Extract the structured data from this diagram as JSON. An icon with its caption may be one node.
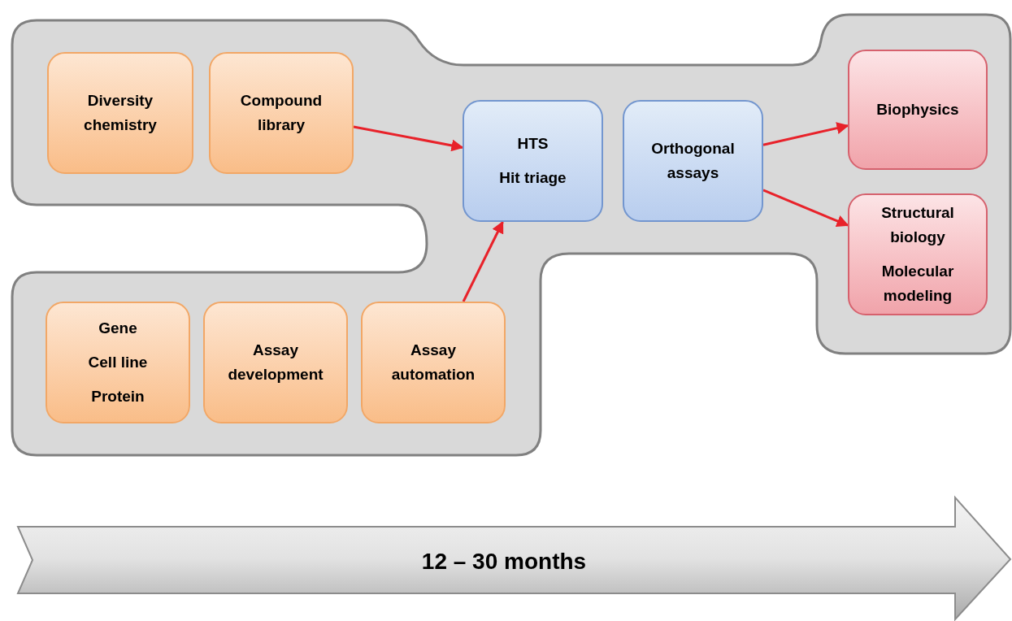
{
  "diagram": {
    "nodes": [
      {
        "text": [
          "Diversity chemistry"
        ]
      },
      {
        "text": [
          "Compound library"
        ]
      },
      {
        "text": [
          "HTS",
          "Hit triage"
        ]
      },
      {
        "text": [
          "Orthogonal assays"
        ]
      },
      {
        "text": [
          "Biophysics"
        ]
      },
      {
        "text": [
          "Structural biology",
          "Molecular modeling"
        ]
      },
      {
        "text": [
          "Gene",
          "Cell line",
          "Protein"
        ]
      },
      {
        "text": [
          "Assay development"
        ]
      },
      {
        "text": [
          "Assay automation"
        ]
      }
    ],
    "edges": [
      {
        "from": 1,
        "to": 2,
        "arrow": "to"
      },
      {
        "from": 8,
        "to": 2,
        "arrow": "to"
      },
      {
        "from": 3,
        "to": 4,
        "arrow": "to"
      },
      {
        "from": 3,
        "to": 5,
        "arrow": "to"
      }
    ],
    "labels": [
      "12 – 30 months"
    ]
  }
}
